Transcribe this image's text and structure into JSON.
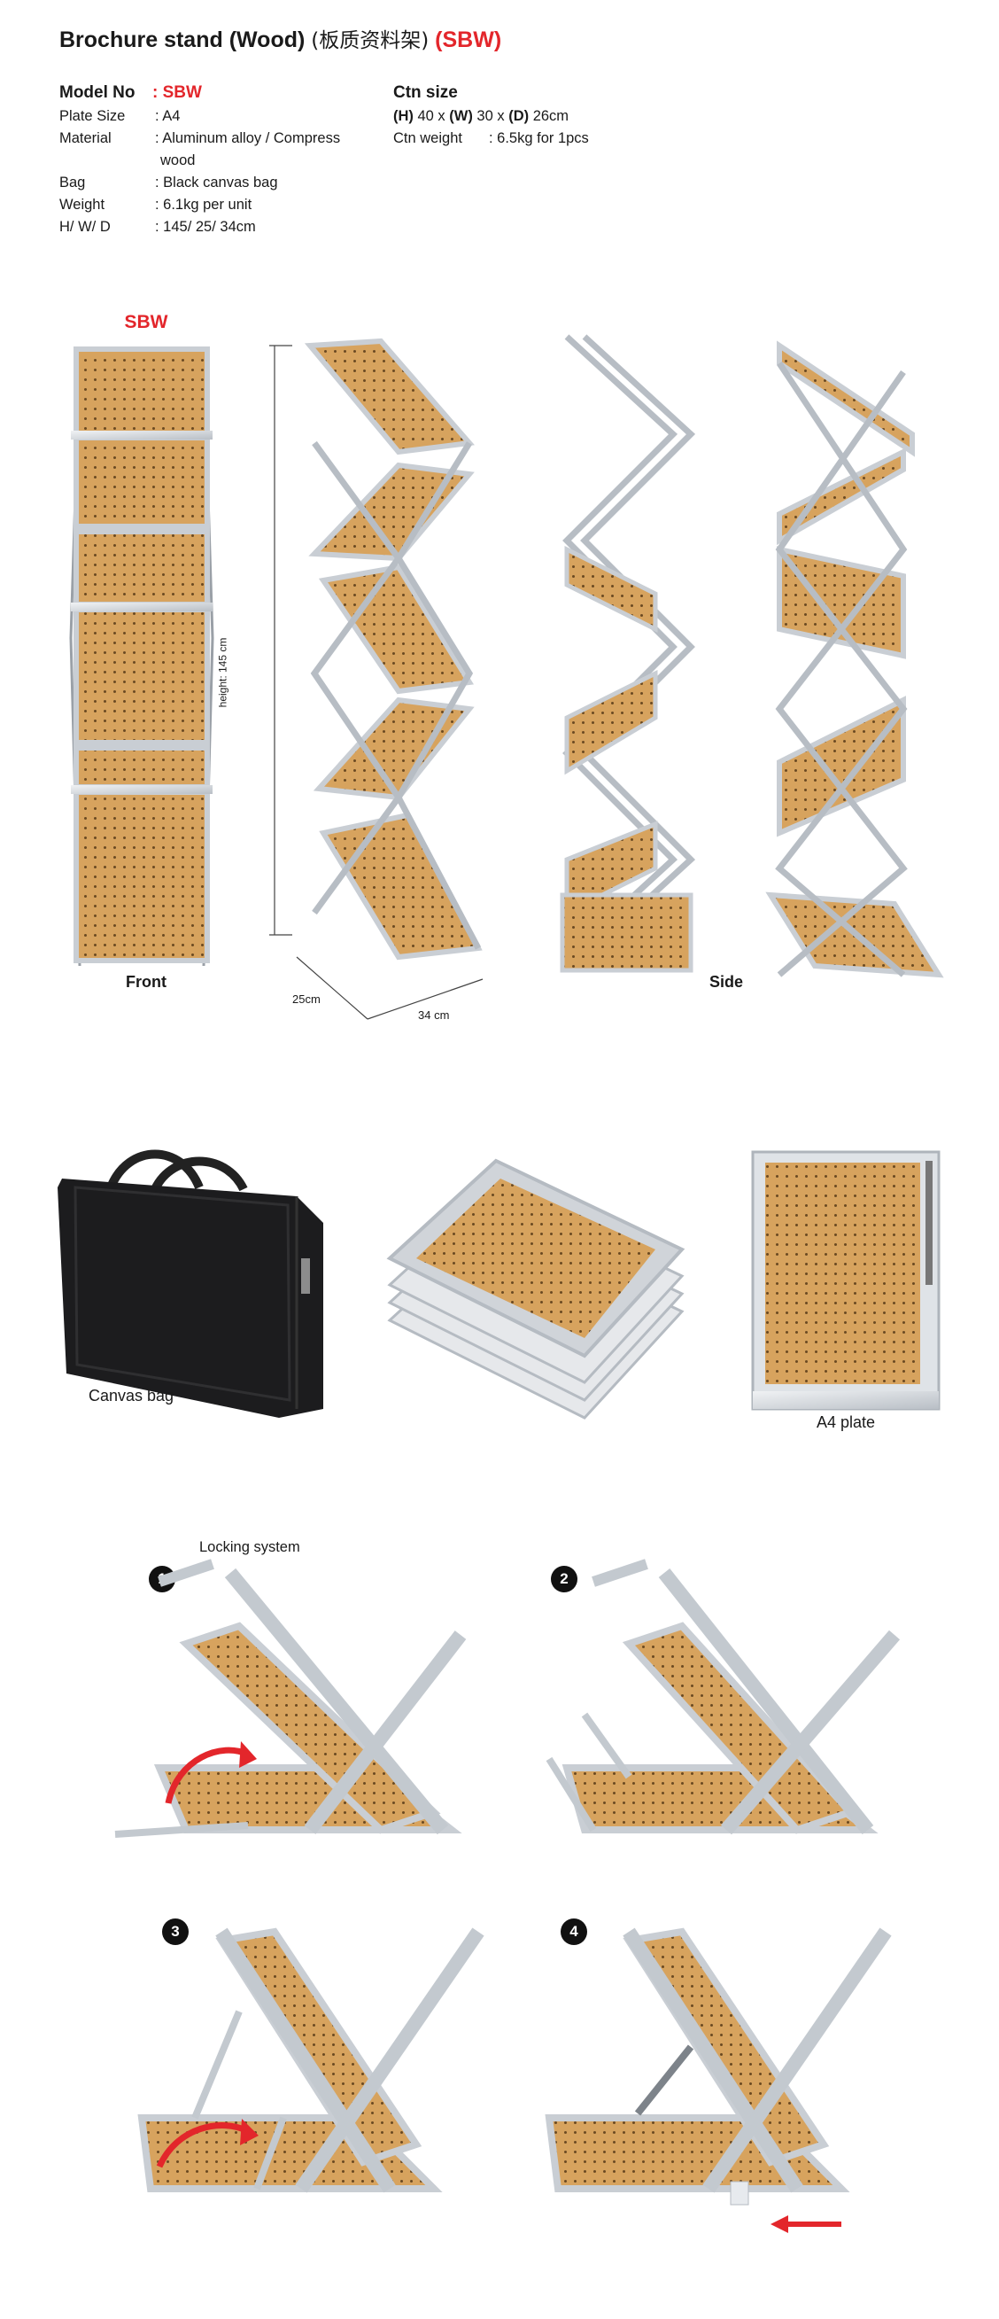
{
  "title": {
    "main": "Brochure stand  (Wood)",
    "cn": "(板质资料架)",
    "code": "(SBW)"
  },
  "specs": {
    "model_label": "Model No",
    "model_value": ": SBW",
    "rows": [
      {
        "k": "Plate Size",
        "v": ": A4"
      },
      {
        "k": "Material",
        "v": ": Aluminum alloy / Compress"
      },
      {
        "k": "",
        "v": "wood"
      },
      {
        "k": "Bag",
        "v": ": Black canvas bag"
      },
      {
        "k": "Weight",
        "v": ": 6.1kg per unit"
      },
      {
        "k": "H/ W/ D",
        "v": ": 145/ 25/ 34cm"
      }
    ]
  },
  "ctn": {
    "title": "Ctn size",
    "dims": {
      "h": "(H)",
      "hv": " 40 x ",
      "w": "(W)",
      "wv": " 30 x ",
      "d": "(D)",
      "dv": " 26cm"
    },
    "weight_label": "Ctn weight",
    "weight_value": ": 6.5kg for 1pcs"
  },
  "labels": {
    "sbw": "SBW",
    "front": "Front",
    "side": "Side",
    "height": "height: 145 cm",
    "depth": "25cm",
    "width": "34 cm",
    "bag": "Canvas bag",
    "plate": "A4 plate",
    "locking": "Locking system"
  },
  "steps": [
    "1",
    "2",
    "3",
    "4"
  ],
  "colors": {
    "accent": "#e3262b",
    "wood": "#d7a35e",
    "frame": "#d9dde2",
    "bag": "#1c1c1e"
  }
}
